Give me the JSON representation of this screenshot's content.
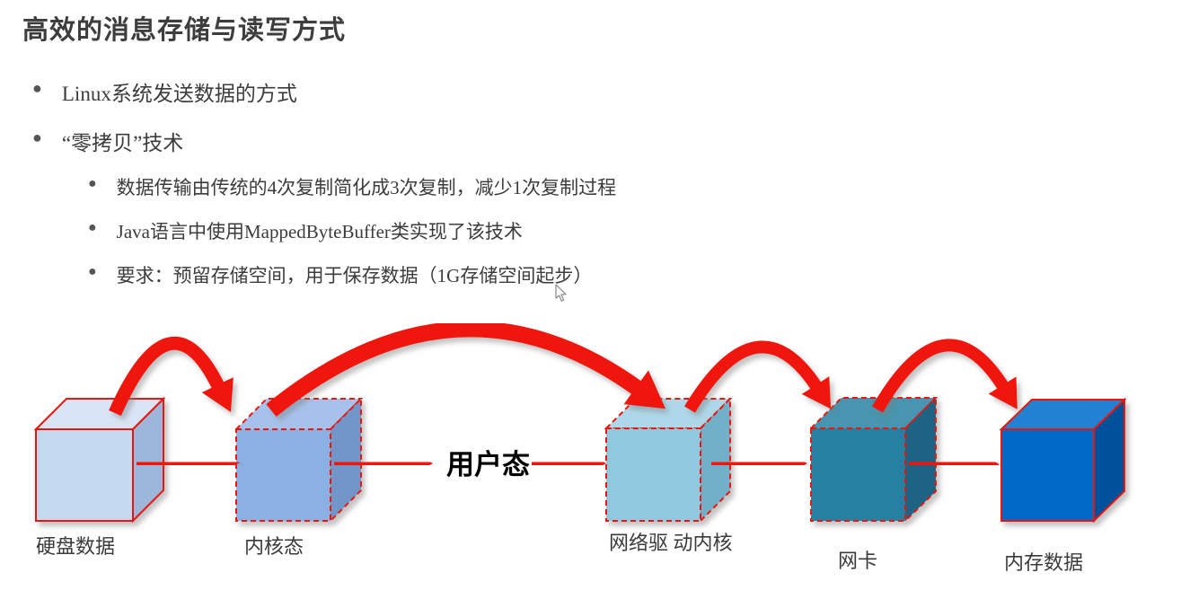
{
  "slide": {
    "title": "高效的消息存储与读写方式",
    "bullets": [
      {
        "level": 1,
        "label": "Linux系统发送数据的方式"
      },
      {
        "level": 1,
        "label": "“零拷贝”技术"
      },
      {
        "level": 2,
        "label": "数据传输由传统的4次复制简化成3次复制，减少1次复制过程"
      },
      {
        "level": 2,
        "label": "Java语言中使用MappedByteBuffer类实现了该技术"
      },
      {
        "level": 2,
        "label": "要求：预留存储空间，用于保存数据（1G存储空间起步）"
      }
    ]
  },
  "diagram": {
    "arrow_color": "#ee1408",
    "outline_color": "#e8140c",
    "mid_label": "用户态",
    "nodes": [
      {
        "label": "硬盘数据",
        "border": "solid",
        "front": "#c5d9f1",
        "top": "#d9e4f5",
        "side": "#9db7da"
      },
      {
        "label": "内核态",
        "border": "dashed",
        "front": "#8ab0e4",
        "top": "#a6c2ec",
        "side": "#7396c9"
      },
      {
        "label": "网络驱 动内核",
        "border": "dashed",
        "front": "#90c8e0",
        "top": "#aed8e9",
        "side": "#72b0c9"
      },
      {
        "label": "网卡",
        "border": "dashed",
        "front": "#2680a2",
        "top": "#4795b0",
        "side": "#1a6484"
      },
      {
        "label": "内存数据",
        "border": "solid",
        "front": "#0268c6",
        "top": "#2281d2",
        "side": "#02519c"
      }
    ],
    "flow": "硬盘数据 → 内核态 → 用户态 → 网络驱动内核 → 网卡 → 内存数据"
  }
}
